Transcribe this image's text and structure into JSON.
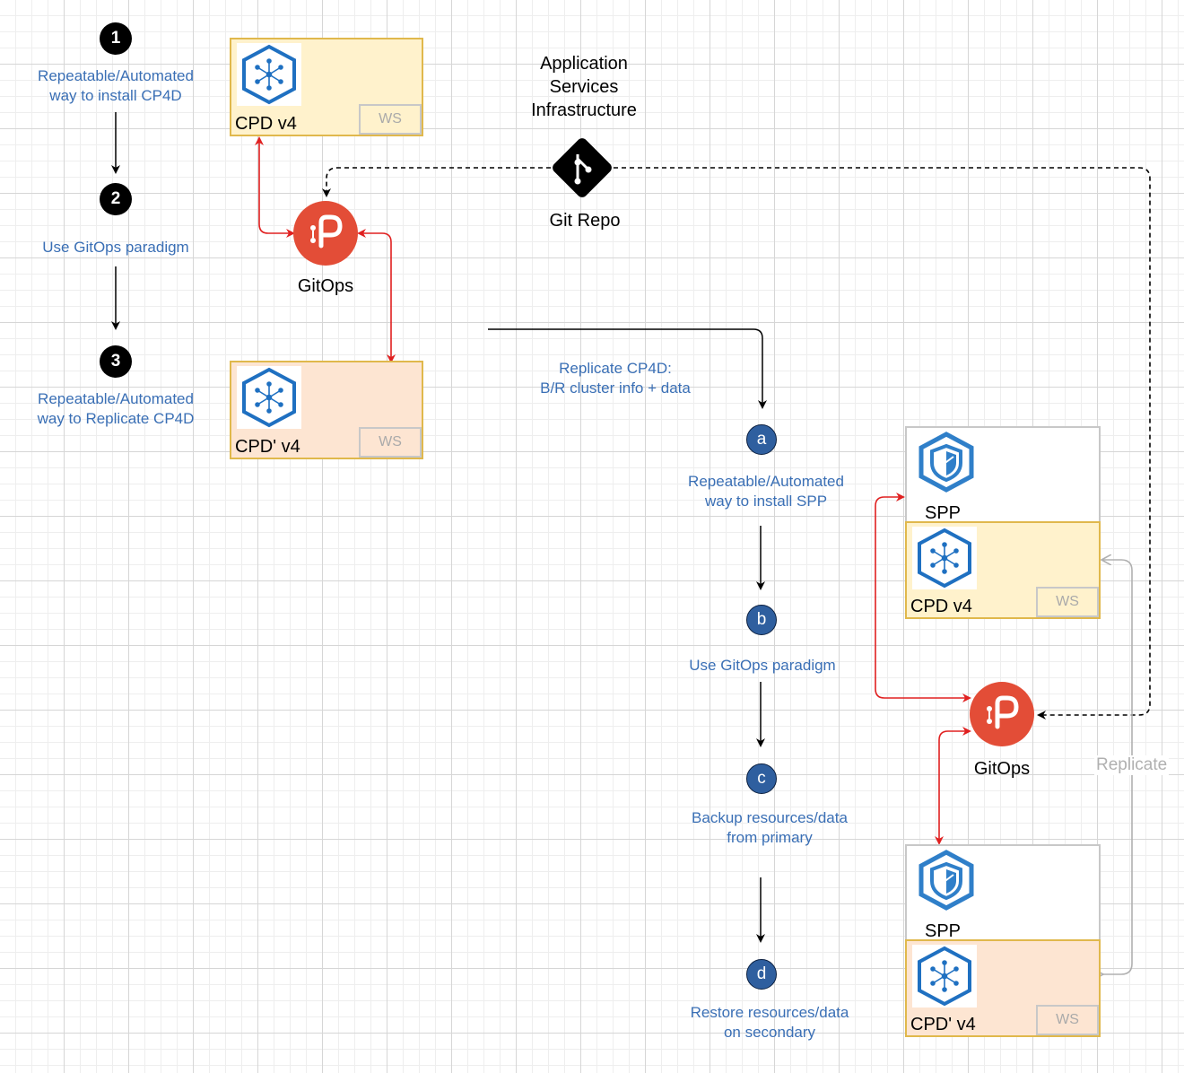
{
  "left_steps": [
    {
      "number": "1",
      "text_line1": "Repeatable/Automated",
      "text_line2": "way to install CP4D"
    },
    {
      "number": "2",
      "text_line1": "Use GitOps paradigm",
      "text_line2": ""
    },
    {
      "number": "3",
      "text_line1": "Repeatable/Automated",
      "text_line2": "way to Replicate CP4D"
    }
  ],
  "right_steps": [
    {
      "letter": "a",
      "text_line1": "Repeatable/Automated",
      "text_line2": "way to install SPP"
    },
    {
      "letter": "b",
      "text_line1": "Use GitOps paradigm",
      "text_line2": ""
    },
    {
      "letter": "c",
      "text_line1": "Backup resources/data",
      "text_line2": "from primary"
    },
    {
      "letter": "d",
      "text_line1": "Restore resources/data",
      "text_line2": "on secondary"
    }
  ],
  "app_services": {
    "line1": "Application",
    "line2": "Services",
    "line3": "Infrastructure"
  },
  "git_repo_label": "Git Repo",
  "gitops_label": "GitOps",
  "replicate_note": {
    "line1": "Replicate CP4D:",
    "line2": "B/R cluster info + data"
  },
  "replicate_label": "Replicate",
  "boxes": {
    "cpd_primary": "CPD v4",
    "cpd_replica": "CPD' v4",
    "ws": "WS",
    "spp": "SPP"
  },
  "colors": {
    "step_text": "#3a6fb5",
    "gitops_red": "#e34d37",
    "arrow_red": "#e02020",
    "primary_fill": "#fff2cc",
    "replica_fill": "#fde5d2",
    "icon_blue": "#1f70c1"
  },
  "icons": [
    "cp4d-hexagon-icon",
    "gitops-icon",
    "git-repo-icon",
    "spp-shield-icon"
  ]
}
